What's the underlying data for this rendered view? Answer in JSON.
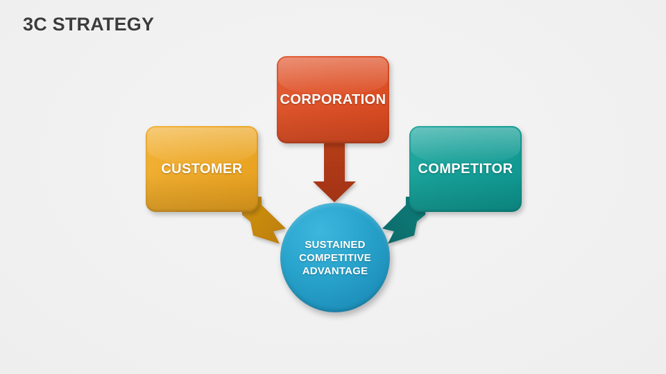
{
  "slide": {
    "title": "3C STRATEGY",
    "background_color": "#f1f1f1",
    "title_color": "#3c3c3c"
  },
  "diagram": {
    "type": "3c-strategy-convergence",
    "boxes": [
      {
        "id": "customer",
        "label": "CUSTOMER",
        "color": "#eeab2c",
        "position": "left",
        "text_color": "#ffffff"
      },
      {
        "id": "corporation",
        "label": "CORPORATION",
        "color": "#df5329",
        "position": "top-center",
        "text_color": "#ffffff"
      },
      {
        "id": "competitor",
        "label": "COMPETITOR",
        "color": "#17a098",
        "position": "right",
        "text_color": "#ffffff"
      }
    ],
    "center": {
      "id": "sustained-competitive-advantage",
      "shape": "circle",
      "color": "#2aa6ce",
      "text_color": "#ffffff",
      "lines": [
        "SUSTAINED",
        "COMPETITIVE",
        "ADVANTAGE"
      ]
    },
    "arrows": [
      {
        "id": "customer-to-center",
        "from": "customer",
        "to": "sustained-competitive-advantage",
        "color": "#c8860d",
        "direction": "down-right"
      },
      {
        "id": "corporation-to-center",
        "from": "corporation",
        "to": "sustained-competitive-advantage",
        "color": "#ad3917",
        "direction": "down"
      },
      {
        "id": "competitor-to-center",
        "from": "competitor",
        "to": "sustained-competitive-advantage",
        "color": "#0b7373",
        "direction": "down-left"
      }
    ]
  }
}
